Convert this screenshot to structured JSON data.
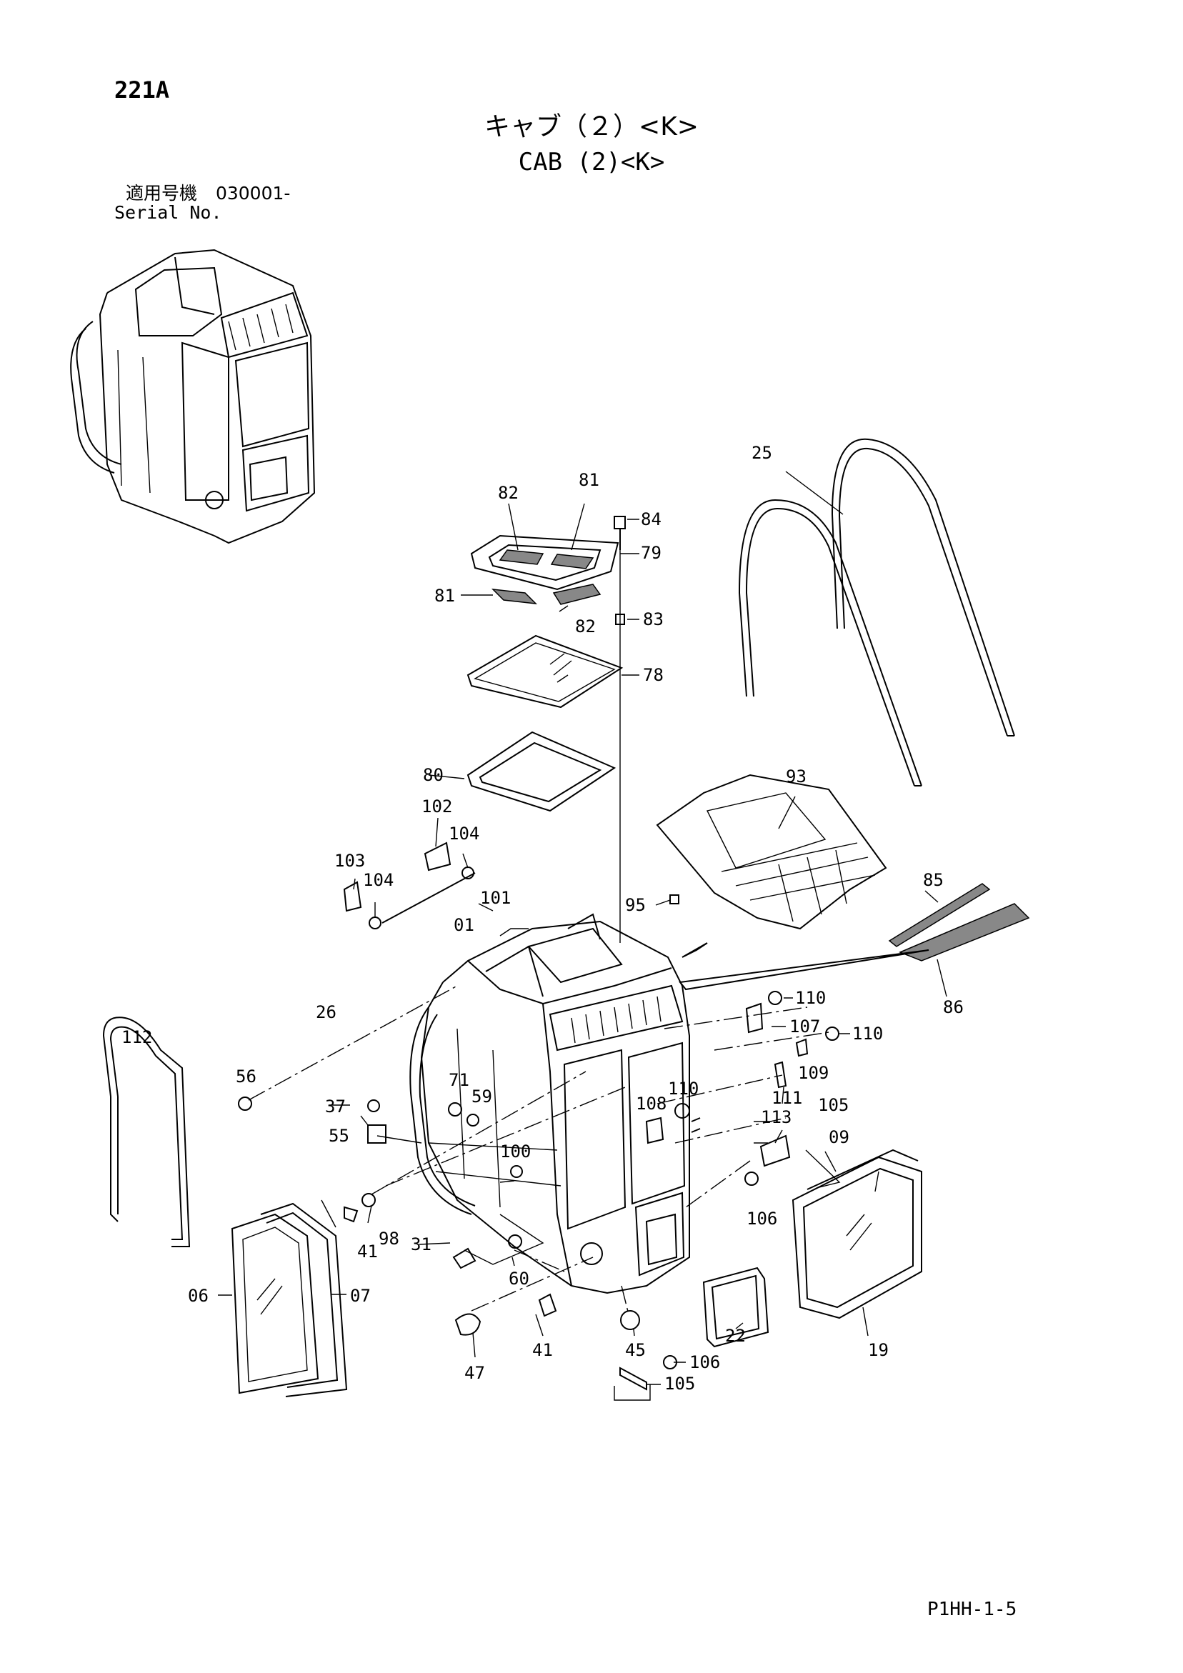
{
  "header": {
    "page_code": "221A",
    "title_ja": "キャブ（２）<K>",
    "title_en": "CAB (2)<K>",
    "serial_label_ja": "適用号機",
    "serial_value": "030001-",
    "serial_label_en": "Serial No."
  },
  "footer": {
    "doc_code": "P1HH-1-5"
  },
  "callouts": [
    "25",
    "82",
    "81",
    "84",
    "79",
    "81",
    "82",
    "83",
    "78",
    "80",
    "93",
    "102",
    "104",
    "103",
    "104",
    "101",
    "95",
    "85",
    "86",
    "01",
    "110",
    "26",
    "107",
    "110",
    "112",
    "56",
    "109",
    "71",
    "59",
    "110",
    "111",
    "105",
    "37",
    "108",
    "113",
    "55",
    "09",
    "100",
    "106",
    "41",
    "98",
    "31",
    "60",
    "19",
    "06",
    "07",
    "22",
    "41",
    "45",
    "47",
    "106",
    "105"
  ]
}
